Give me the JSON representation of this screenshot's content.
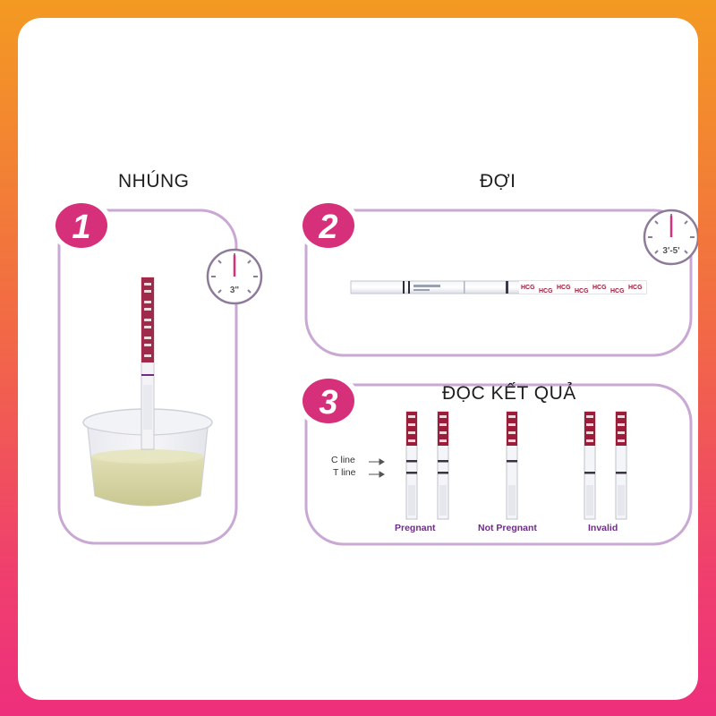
{
  "colors": {
    "accent_magenta": "#d7307a",
    "panel_border": "#c9a8d4",
    "strip_red": "#9b1d3a",
    "label_purple": "#6d2d86",
    "liquid": "#d8d6a5"
  },
  "steps": [
    {
      "number": "1",
      "title": "NHÚNG",
      "timer": "3\""
    },
    {
      "number": "2",
      "title": "ĐỢI",
      "timer": "3'-5'"
    },
    {
      "number": "3",
      "title": "ĐỌC KẾT QUẢ"
    }
  ],
  "line_labels": {
    "c_line": "C line",
    "t_line": "T line"
  },
  "strip_text": "HCG",
  "results": [
    {
      "label": "Pregnant",
      "strips": 2,
      "lines": [
        "C",
        "T"
      ]
    },
    {
      "label": "Not Pregnant",
      "strips": 1,
      "lines": [
        "C"
      ]
    },
    {
      "label": "Invalid",
      "strips": 2,
      "lines": [
        "T"
      ]
    }
  ]
}
